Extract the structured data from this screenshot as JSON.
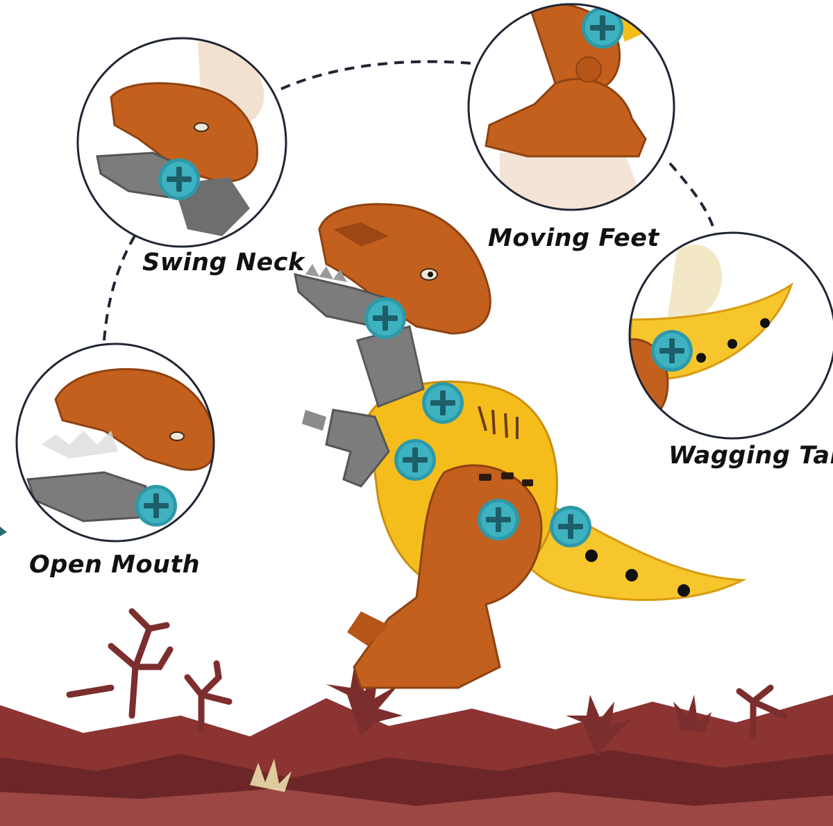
{
  "captions": {
    "swing_neck": "Swing Neck",
    "moving_feet": "Moving Feet",
    "wagging_tail": "Wagging Tail",
    "open_mouth": "Open Mouth"
  },
  "colors": {
    "head_orange": "#c4601d",
    "head_dark": "#9c4714",
    "body_yellow": "#f4bd1c",
    "tail_yellow": "#f6c62c",
    "jaw_grey": "#7c7c7c",
    "screw_teal": "#3fb2c2",
    "ground_maroon": "#8b3432",
    "ground_dark": "#6d2628",
    "circle_outline": "#1f2533",
    "dash_line": "#1f2533"
  },
  "icons": [
    "dinosaur-toy",
    "screw-icon",
    "tree-silhouette",
    "fern-silhouette"
  ]
}
